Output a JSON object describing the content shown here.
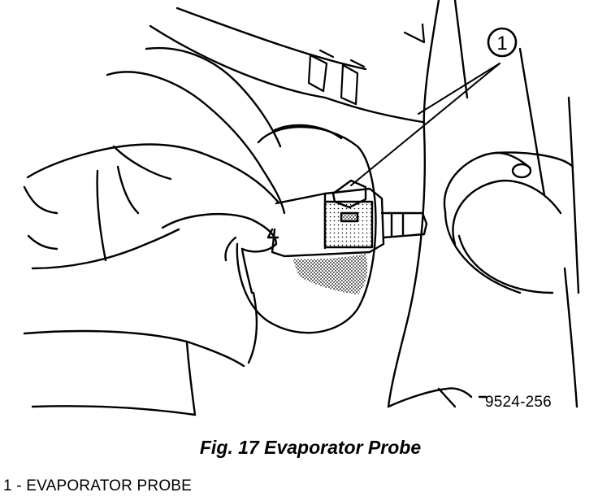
{
  "figure": {
    "callout_number": "1",
    "part_number": "9524-256"
  },
  "caption": "Fig. 17 Evaporator Probe",
  "legend": [
    {
      "text": "1 - EVAPORATOR PROBE"
    }
  ]
}
